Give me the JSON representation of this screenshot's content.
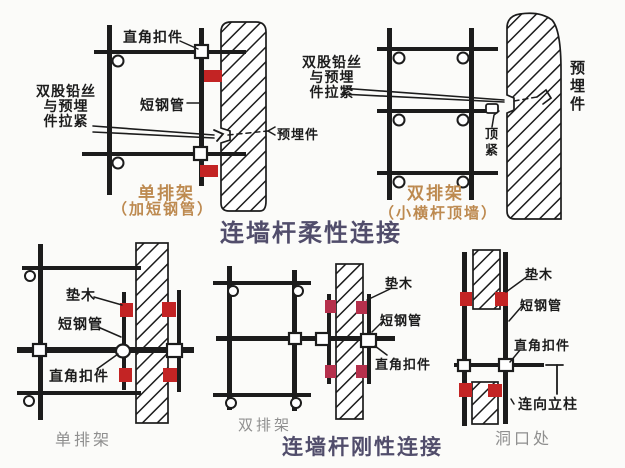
{
  "titles": {
    "flexible": "连墙杆柔性连接",
    "rigid": "连墙杆刚性连接"
  },
  "top_left_diagram": {
    "coupler": "直角扣件",
    "wire_line1": "双股铅丝",
    "wire_line2": "与预埋",
    "wire_line3": "件拉紧",
    "short_pipe": "短钢管",
    "embedded": "预埋件",
    "caption_main": "单排架",
    "caption_sub": "（加短钢管）"
  },
  "top_right_diagram": {
    "wire_line1": "双股铅丝",
    "wire_line2": "与预埋",
    "wire_line3": "件拉紧",
    "embedded": "预埋件",
    "top_tight": "顶紧",
    "caption_main": "双排架",
    "caption_sub": "（小横杆顶墙）"
  },
  "bottom_left_diagram": {
    "pad": "垫木",
    "short_pipe": "短钢管",
    "coupler": "直角扣件",
    "caption": "单排架"
  },
  "bottom_middle_diagram": {
    "pad": "垫木",
    "short_pipe": "短钢管",
    "coupler": "直角扣件",
    "caption": "双排架"
  },
  "bottom_right_diagram": {
    "pad": "垫木",
    "short_pipe": "短钢管",
    "coupler": "直角扣件",
    "to_column": "连向立柱",
    "caption": "洞口处"
  },
  "colors": {
    "ink": "#1c1c1c",
    "red_block": "#c32424",
    "pink_block": "#b5304c",
    "caption_orange": "#bd8a50",
    "caption_gray": "#8f8f8f",
    "title_color": "#514d6b",
    "background": "#fbfbf9"
  }
}
